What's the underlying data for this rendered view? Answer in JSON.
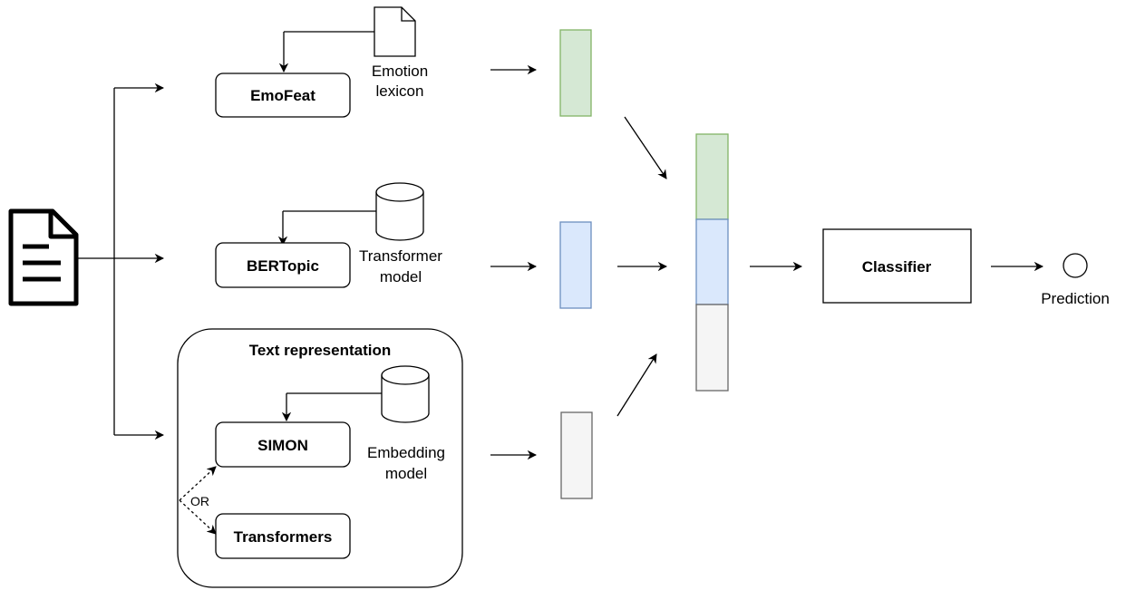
{
  "modules": {
    "emofeat": "EmoFeat",
    "bertopic": "BERTopic",
    "simon": "SIMON",
    "transformers": "Transformers",
    "classifier": "Classifier"
  },
  "resources": {
    "emotion_lexicon_line1": "Emotion",
    "emotion_lexicon_line2": "lexicon",
    "transformer_model_line1": "Transformer",
    "transformer_model_line2": "model",
    "embedding_model_line1": "Embedding",
    "embedding_model_line2": "model"
  },
  "group": {
    "title": "Text representation",
    "or_label": "OR"
  },
  "output": {
    "prediction": "Prediction"
  },
  "colors": {
    "green_fill": "#d5e8d4",
    "green_stroke": "#82b366",
    "blue_fill": "#dae8fc",
    "blue_stroke": "#6c8ebf",
    "grey_fill": "#f5f5f5",
    "grey_stroke": "#666666"
  }
}
